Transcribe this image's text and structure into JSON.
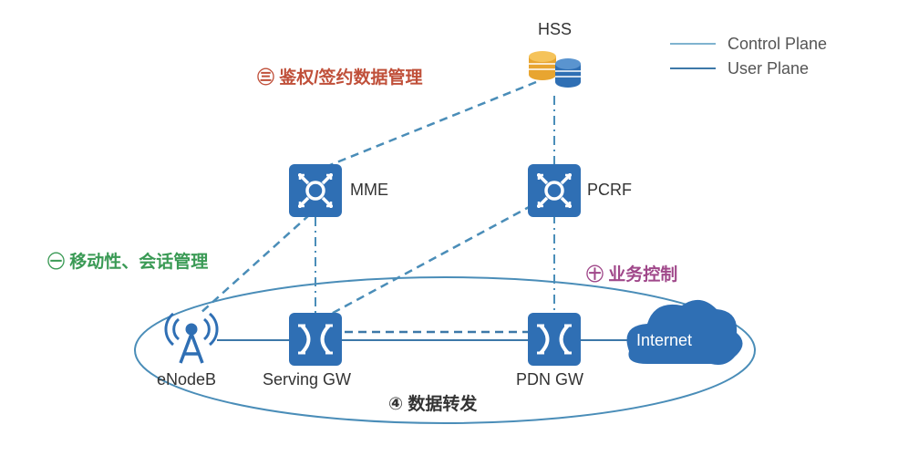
{
  "legend": {
    "control": "Control Plane",
    "user": "User Plane"
  },
  "nodes": {
    "hss": "HSS",
    "mme": "MME",
    "pcrf": "PCRF",
    "enodeb": "eNodeB",
    "sgw": "Serving GW",
    "pgw": "PDN GW",
    "internet": "Internet"
  },
  "annotations": {
    "auth": "㊂ 鉴权/签约数据管理",
    "mobility": "㊀ 移动性、会话管理",
    "service": "㊉ 业务控制",
    "forward": "④ 数据转发"
  },
  "colors": {
    "line": "#4a8db8",
    "node": "#2f6fb4",
    "auth": "#c0503a",
    "mobility": "#3a9a55",
    "service": "#a0488a",
    "forward": "#333333"
  }
}
